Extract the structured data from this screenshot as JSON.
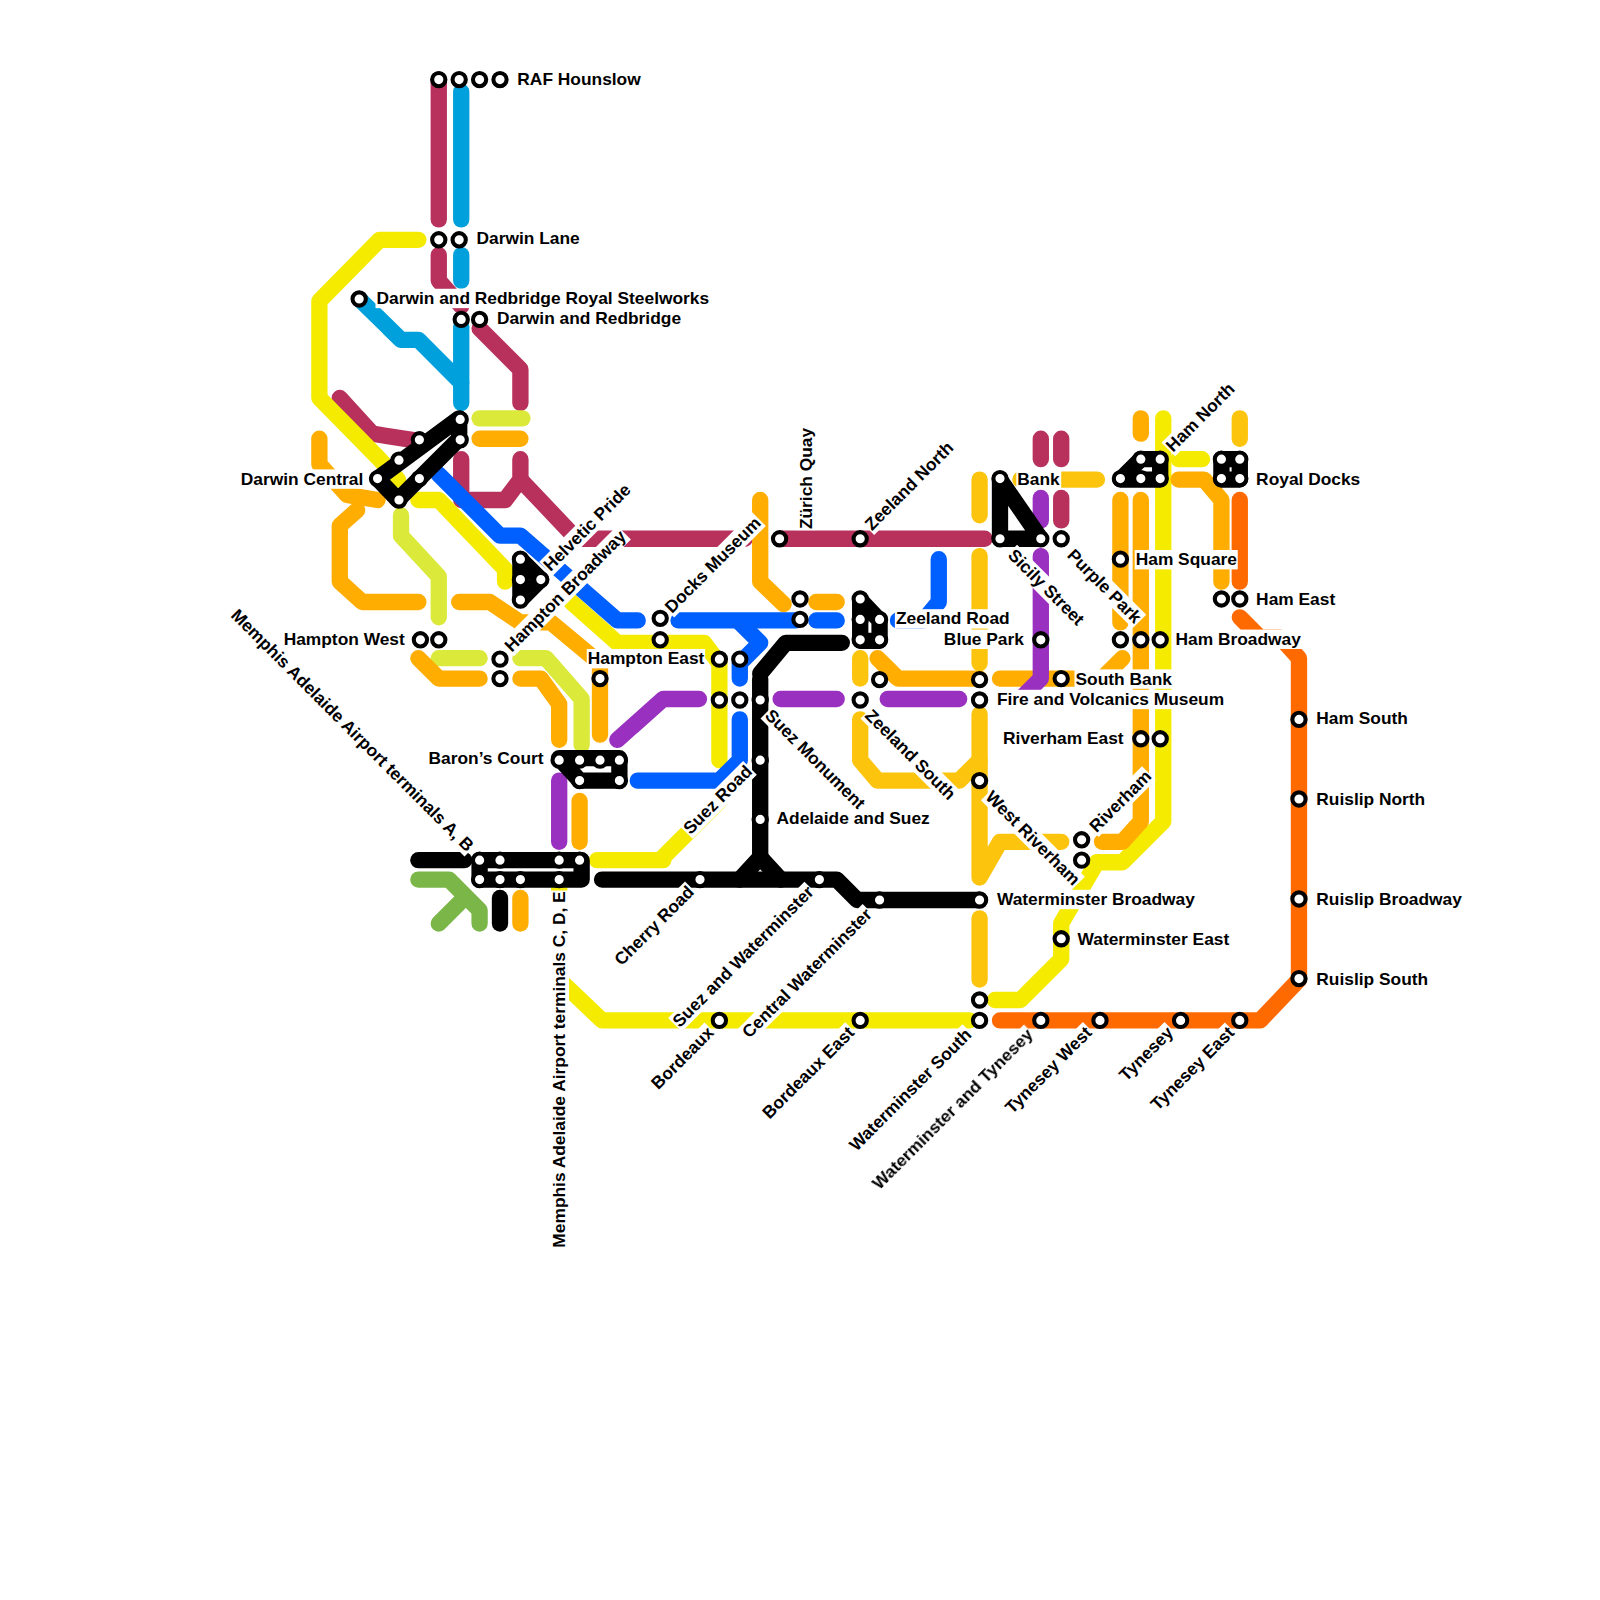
{
  "diagram": {
    "labels": [
      "RAF Hounslow",
      "Darwin Lane",
      "Darwin and Redbridge Royal Steelworks",
      "Darwin and Redbridge",
      "Darwin Central",
      "Helvetic Pride",
      "Hampton Broadway",
      "Memphis Adelaide Airport terminals A, B",
      "Hampton West",
      "Docks Museum",
      "Zürich Quay",
      "Zeeland North",
      "Bank",
      "Sicily Street",
      "Purple Park",
      "Ham North",
      "Royal Docks",
      "Ham Square",
      "Ham East",
      "Zeeland Road",
      "Blue Park",
      "Ham Broadway",
      "Hampton East",
      "South Bank",
      "Fire and Volcanics Museum",
      "Suez Monument",
      "Zeeland South",
      "Ham South",
      "Riverham East",
      "Baron’s Court",
      "West Riverham",
      "Riverham",
      "Ruislip North",
      "Suez Road",
      "Adelaide and Suez",
      "Cherry Road",
      "Suez and Waterminster",
      "Central Waterminster",
      "Waterminster Broadway",
      "Ruislip Broadway",
      "Waterminster East",
      "Ruislip South",
      "Memphis Adelaide Airport terminals C, D, E",
      "Bordeaux",
      "Bordeaux East",
      "Waterminster South",
      "Waterminster and Tynesey",
      "Tynesey West",
      "Tynesey",
      "Tynesey East"
    ]
  }
}
